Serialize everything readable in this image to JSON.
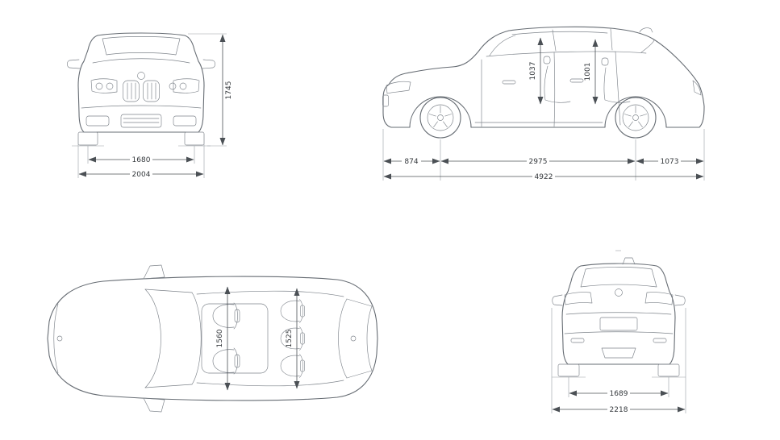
{
  "diagram": {
    "front_view": {
      "height": "1745",
      "track_front": "1680",
      "width_body": "2004"
    },
    "side_view": {
      "headroom_front": "1037",
      "headroom_rear": "1001",
      "overhang_front": "874",
      "wheelbase": "2975",
      "overhang_rear": "1073",
      "length": "4922"
    },
    "top_view": {
      "shoulder_front": "1560",
      "shoulder_rear": "1525"
    },
    "rear_view": {
      "track_rear": "1689",
      "width_mirrors": "2218"
    },
    "colors": {
      "car_line": "#666c73",
      "dim_line": "#4b5055",
      "text": "#33373b",
      "background": "#ffffff"
    }
  }
}
